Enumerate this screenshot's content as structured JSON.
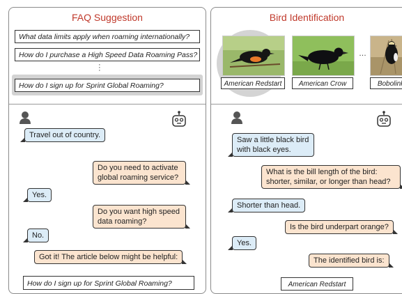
{
  "faq_panel": {
    "title": "FAQ Suggestion",
    "suggestions": [
      "What data limits apply when roaming internationally?",
      "How do I purchase a High Speed Data Roaming Pass?",
      "How do I sign up for Sprint Global Roaming?"
    ],
    "chat": [
      {
        "role": "user",
        "text": "Travel out of country."
      },
      {
        "role": "bot",
        "text": "Do you need to activate global roaming service?"
      },
      {
        "role": "user",
        "text": "Yes."
      },
      {
        "role": "bot",
        "text": "Do you want high speed data roaming?"
      },
      {
        "role": "user",
        "text": "No."
      },
      {
        "role": "bot",
        "text": "Got it! The article below might be helpful:"
      }
    ],
    "result": "How do I sign up for Sprint Global Roaming?"
  },
  "bird_panel": {
    "title": "Bird Identification",
    "candidates": [
      "American Redstart",
      "American Crow",
      "Bobolink"
    ],
    "chat": [
      {
        "role": "user",
        "text": "Saw a little black bird with black eyes."
      },
      {
        "role": "bot",
        "text": "What is the bill length of the bird: shorter, similar, or longer than head?"
      },
      {
        "role": "user",
        "text": "Shorter than head."
      },
      {
        "role": "bot",
        "text": "Is the bird underpart orange?"
      },
      {
        "role": "user",
        "text": "Yes."
      },
      {
        "role": "bot",
        "text": "The identified bird is:"
      }
    ],
    "result": "American Redstart"
  },
  "icons": [
    "user-person-icon",
    "robot-bot-icon"
  ],
  "colors": {
    "title": "#c0392b",
    "user_bubble": "#dcecf7",
    "bot_bubble": "#fbe4cf",
    "highlight": "#d3d3d3"
  }
}
